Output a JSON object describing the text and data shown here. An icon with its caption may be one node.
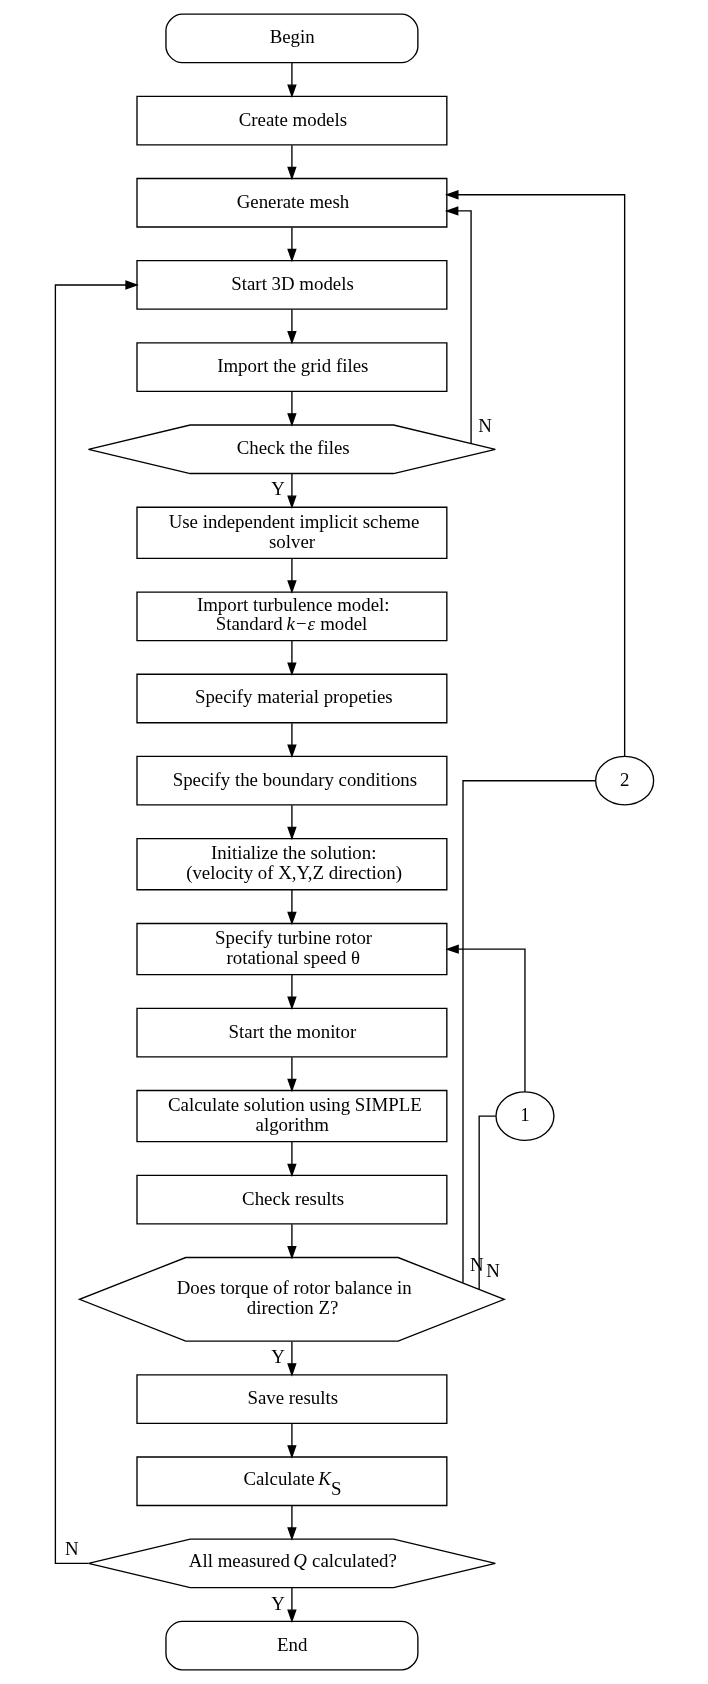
{
  "diagram": {
    "nodes": [
      {
        "text": [
          "Begin"
        ]
      },
      {
        "text": [
          "Create models"
        ]
      },
      {
        "text": [
          "Generate mesh"
        ]
      },
      {
        "text": [
          "Start 3D models"
        ]
      },
      {
        "text": [
          "Import the grid files"
        ]
      },
      {
        "text": [
          "Check the files"
        ]
      },
      {
        "text": [
          "Use independent implicit scheme solver"
        ]
      },
      {
        "text": [
          "Import turbulence model: Standard *k−ε* model"
        ]
      },
      {
        "text": [
          "Specify material propeties"
        ]
      },
      {
        "text": [
          "2"
        ]
      },
      {
        "text": [
          "Specify the boundary conditions"
        ]
      },
      {
        "text": [
          "Initialize the solution: (velocity of X,Y,Z direction)"
        ]
      },
      {
        "text": [
          "Specify turbine rotor rotational speed θ"
        ]
      },
      {
        "text": [
          "Start the monitor"
        ]
      },
      {
        "text": [
          "Calculate solution using SIMPLE algorithm"
        ]
      },
      {
        "text": [
          "1"
        ]
      },
      {
        "text": [
          "Check results"
        ]
      },
      {
        "text": [
          "Does torque of rotor balance in direction Z?"
        ]
      },
      {
        "text": [
          "Save results"
        ]
      },
      {
        "text": [
          "Calculate *K*$_{S}$"
        ]
      },
      {
        "text": [
          "All measured *Q* calculated?"
        ]
      },
      {
        "text": [
          "End"
        ]
      }
    ],
    "edges": [
      {
        "from": 0,
        "to": 1,
        "arrow": "to"
      },
      {
        "from": 1,
        "to": 2,
        "arrow": "to"
      },
      {
        "from": 2,
        "to": 3,
        "arrow": "to"
      },
      {
        "from": 3,
        "to": 4,
        "arrow": "to"
      },
      {
        "from": 4,
        "to": 5,
        "arrow": "to"
      },
      {
        "from": 5,
        "to": 2,
        "arrow": "to",
        "label": "N"
      },
      {
        "from": 5,
        "to": 6,
        "arrow": "to",
        "label": "Y"
      },
      {
        "from": 6,
        "to": 7,
        "arrow": "to"
      },
      {
        "from": 7,
        "to": 8,
        "arrow": "to"
      },
      {
        "from": 8,
        "to": 10,
        "arrow": "to"
      },
      {
        "from": 10,
        "to": 11,
        "arrow": "to"
      },
      {
        "from": 11,
        "to": 12,
        "arrow": "to"
      },
      {
        "from": 12,
        "to": 13,
        "arrow": "to"
      },
      {
        "from": 13,
        "to": 14,
        "arrow": "to"
      },
      {
        "from": 14,
        "to": 16,
        "arrow": "to"
      },
      {
        "from": 16,
        "to": 17,
        "arrow": "to"
      },
      {
        "from": 17,
        "to": 9,
        "arrow": "none",
        "label": "N"
      },
      {
        "from": 9,
        "to": 2,
        "arrow": "to"
      },
      {
        "from": 17,
        "to": 15,
        "arrow": "none",
        "label": "N"
      },
      {
        "from": 15,
        "to": 12,
        "arrow": "to"
      },
      {
        "from": 17,
        "to": 18,
        "arrow": "to",
        "label": "Y"
      },
      {
        "from": 18,
        "to": 19,
        "arrow": "to"
      },
      {
        "from": 19,
        "to": 20,
        "arrow": "to"
      },
      {
        "from": 20,
        "to": 3,
        "arrow": "to",
        "label": "N"
      },
      {
        "from": 20,
        "to": 21,
        "arrow": "to",
        "label": "Y"
      }
    ]
  }
}
